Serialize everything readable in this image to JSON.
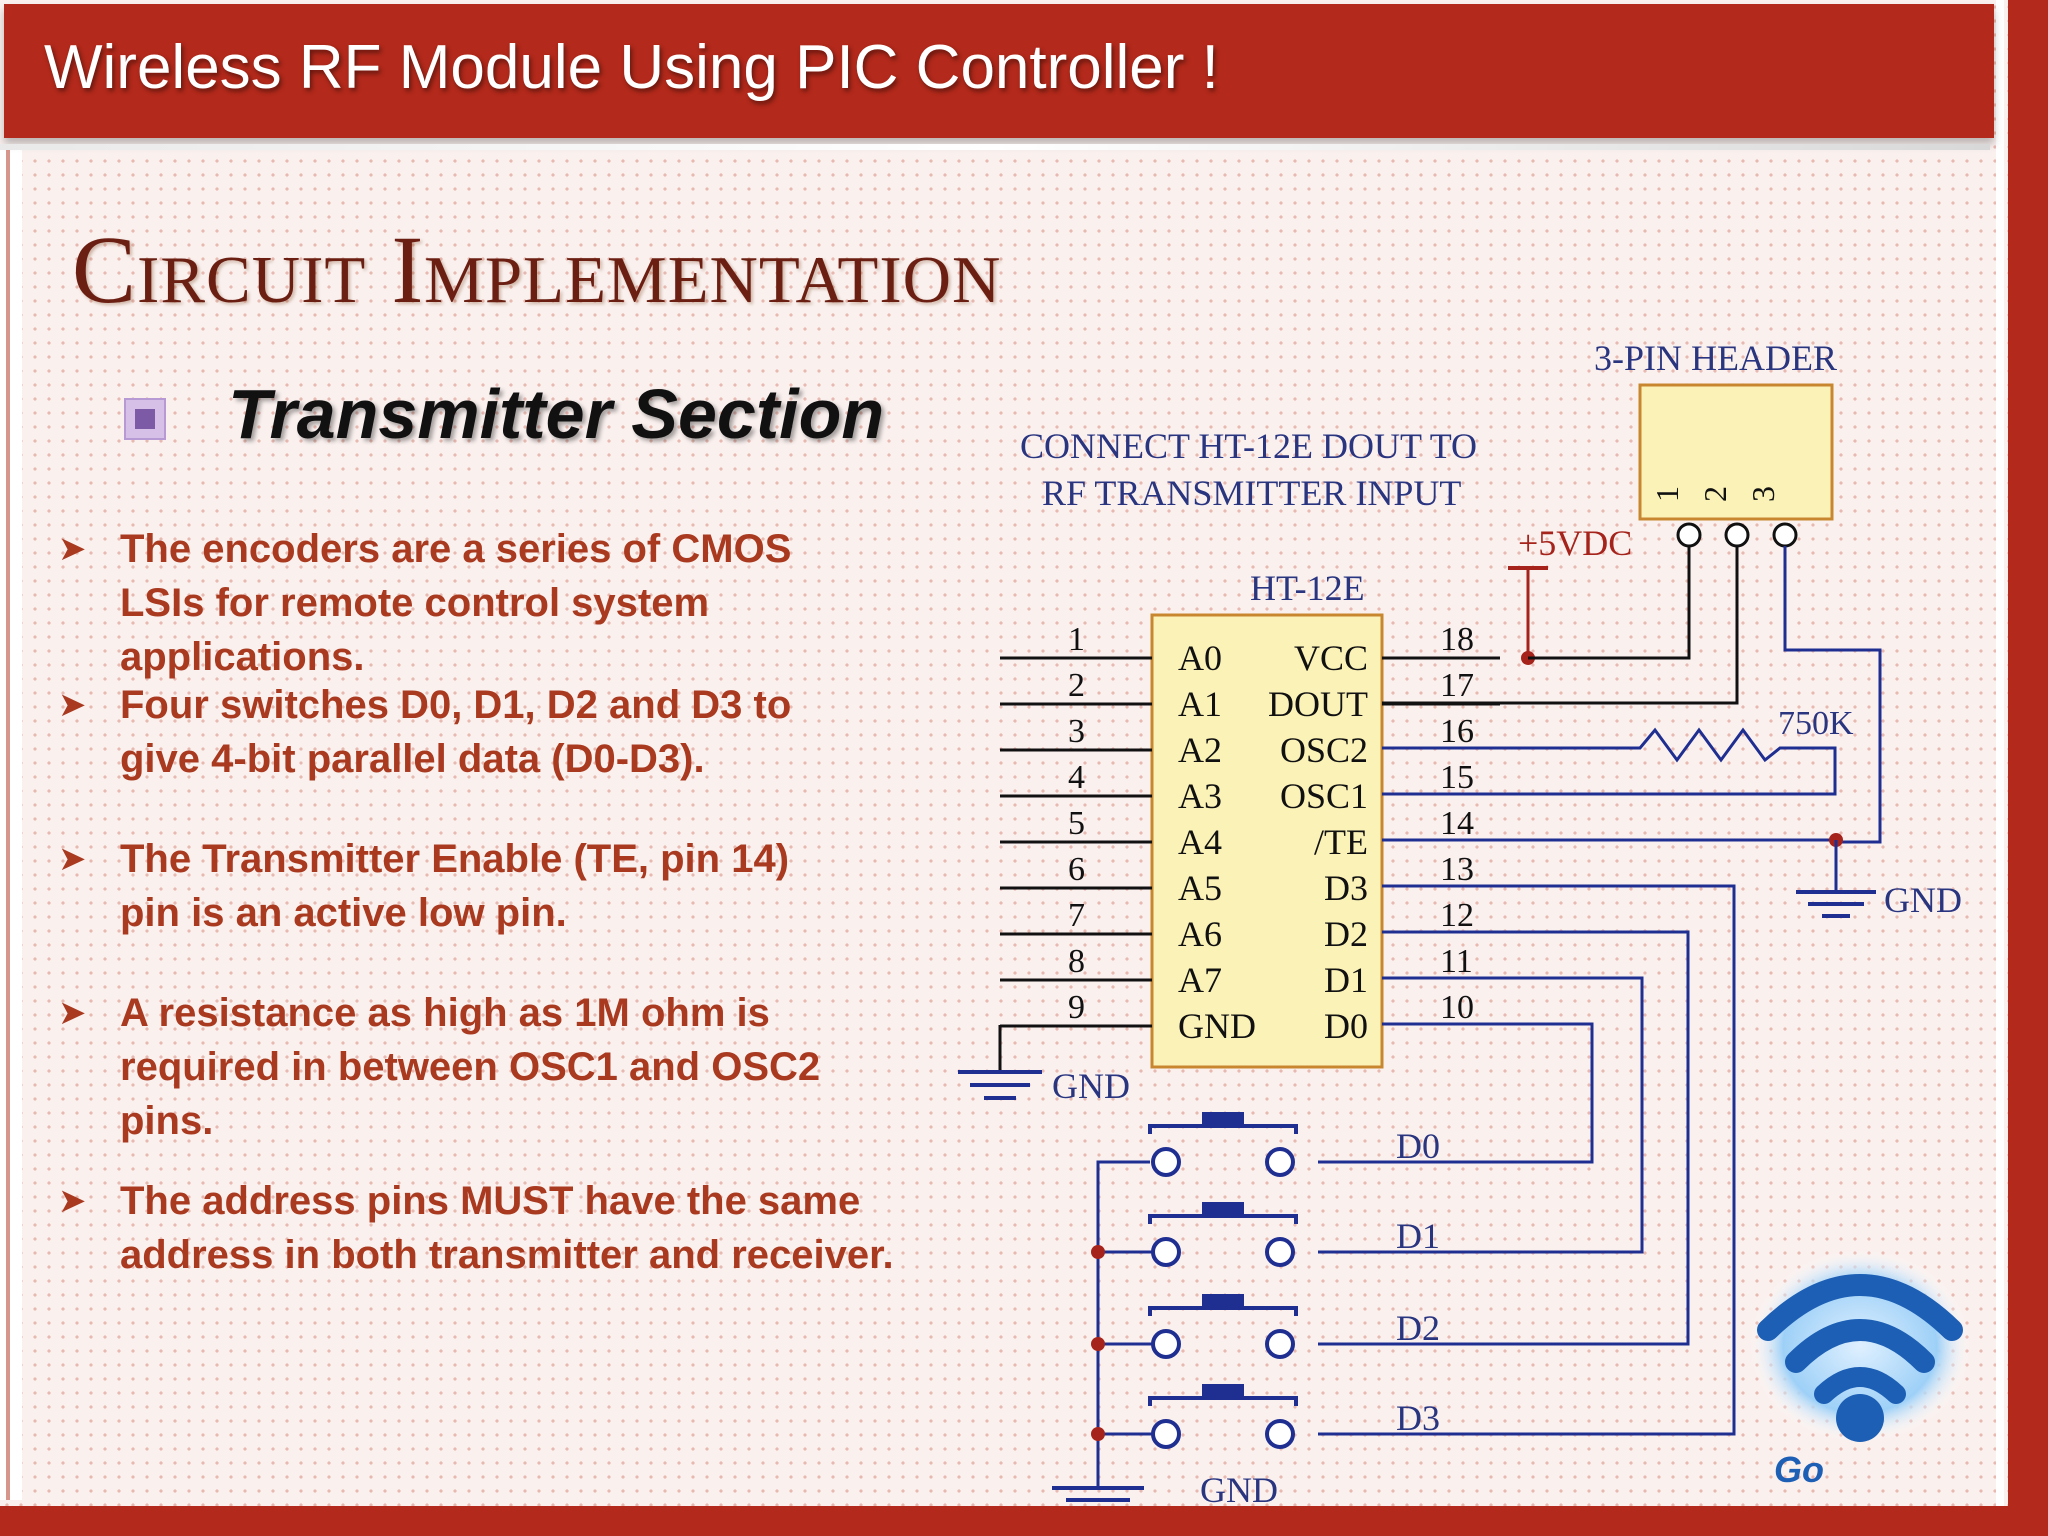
{
  "header": {
    "title": "Wireless RF Module Using PIC Controller !"
  },
  "slide": {
    "heading": "Circuit Implementation",
    "subheading": "Transmitter Section",
    "bullets": [
      [
        "The encoders are a series of CMOS",
        "LSIs for remote control system",
        "applications."
      ],
      [
        "Four switches D0, D1, D2 and D3 to",
        "give 4-bit parallel data (D0-D3)."
      ],
      [
        "The Transmitter Enable (TE, pin 14)",
        "pin is an active low pin."
      ],
      [
        "A resistance as high as 1M ohm is",
        "required in between OSC1 and OSC2",
        "pins."
      ],
      [
        "The address pins MUST have the same",
        "address in both transmitter and receiver."
      ]
    ]
  },
  "schematic": {
    "header_label": "3-PIN HEADER",
    "header_pins": [
      "1",
      "2",
      "3"
    ],
    "note": [
      "CONNECT HT-12E DOUT TO",
      "RF TRANSMITTER INPUT"
    ],
    "supply_label": "+5VDC",
    "chip_label": "HT-12E",
    "left_pin_numbers": [
      "1",
      "2",
      "3",
      "4",
      "5",
      "6",
      "7",
      "8",
      "9"
    ],
    "left_pin_names": [
      "A0",
      "A1",
      "A2",
      "A3",
      "A4",
      "A5",
      "A6",
      "A7",
      "GND"
    ],
    "right_pin_names": [
      "VCC",
      "DOUT",
      "OSC2",
      "OSC1",
      "/TE",
      "D3",
      "D2",
      "D1",
      "D0"
    ],
    "right_pin_numbers": [
      "18",
      "17",
      "16",
      "15",
      "14",
      "13",
      "12",
      "11",
      "10"
    ],
    "resistor_label": "750K",
    "ground_labels": [
      "GND",
      "GND",
      "GND"
    ],
    "switch_labels": [
      "D0",
      "D1",
      "D2",
      "D3"
    ],
    "colors": {
      "wire": "#1f2e91",
      "black_wire": "#111111",
      "chip_fill": "#fbf2b8",
      "chip_stroke": "#c8862f",
      "supply": "#a5231b"
    }
  },
  "logo": {
    "text": "Go",
    "icon": "wifi-icon"
  }
}
